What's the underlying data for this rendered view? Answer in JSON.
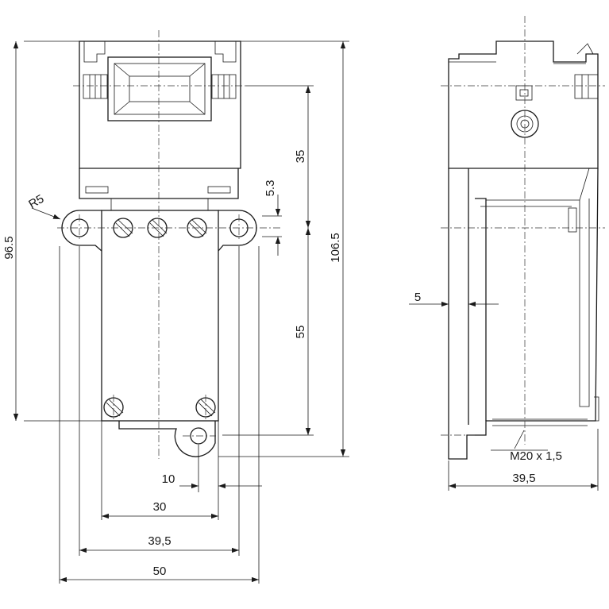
{
  "dimensions": {
    "overall_height": "96.5",
    "total_height": "106.5",
    "head_height": "35",
    "slot_height": "5.3",
    "body_height": "55",
    "corner_radius": "R5",
    "hole_offset": "10",
    "screw_spacing": "30",
    "body_width": "39,5",
    "total_width": "50",
    "side_depth": "39,5",
    "wall_step": "5",
    "thread": "M20 x 1,5"
  }
}
